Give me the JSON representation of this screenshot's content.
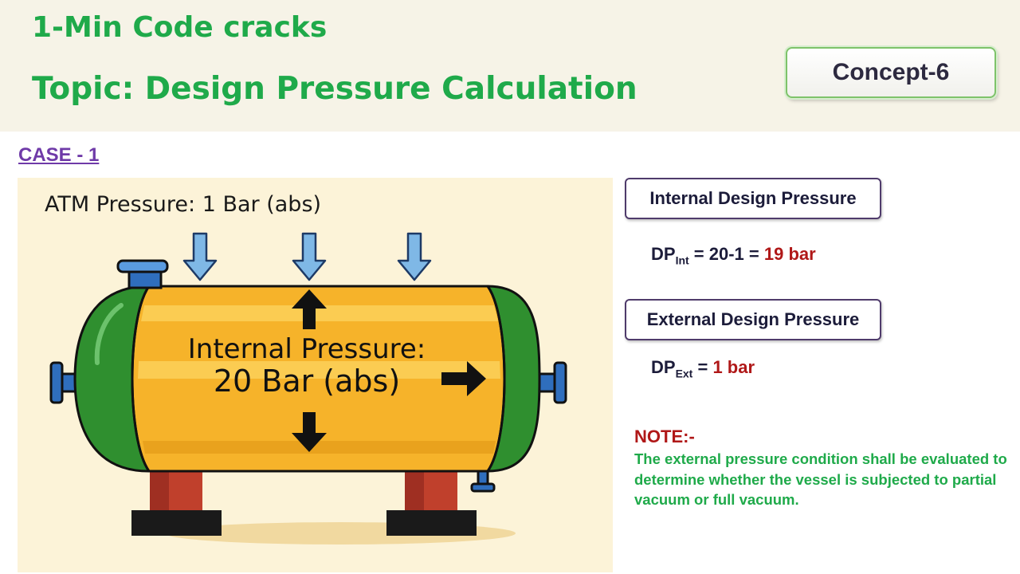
{
  "header": {
    "title": "1-Min Code cracks",
    "topic": "Topic: Design Pressure Calculation",
    "badge": "Concept-6"
  },
  "case_label": "CASE - 1",
  "diagram": {
    "atm_label": "ATM Pressure: 1 Bar (abs)",
    "internal_line1": "Internal Pressure:",
    "internal_line2": "20 Bar (abs)",
    "colors": {
      "shell": "#f6b32a",
      "heads": "#2f8f2f",
      "nozzles": "#2f6ebd",
      "saddles": "#b53b2a",
      "arrows": "#7fb8e6"
    }
  },
  "internal_design": {
    "title": "Internal Design Pressure",
    "prefix": "DP",
    "sub": "Int",
    "expr": " = 20-1 = ",
    "result": "19 bar"
  },
  "external_design": {
    "title": "External Design Pressure",
    "prefix": "DP",
    "sub": "Ext",
    "expr": " = ",
    "result": "1 bar"
  },
  "note": {
    "title": "NOTE:-",
    "text": "The external pressure condition shall be evaluated to determine whether the vessel is subjected to partial vacuum or full vacuum."
  }
}
